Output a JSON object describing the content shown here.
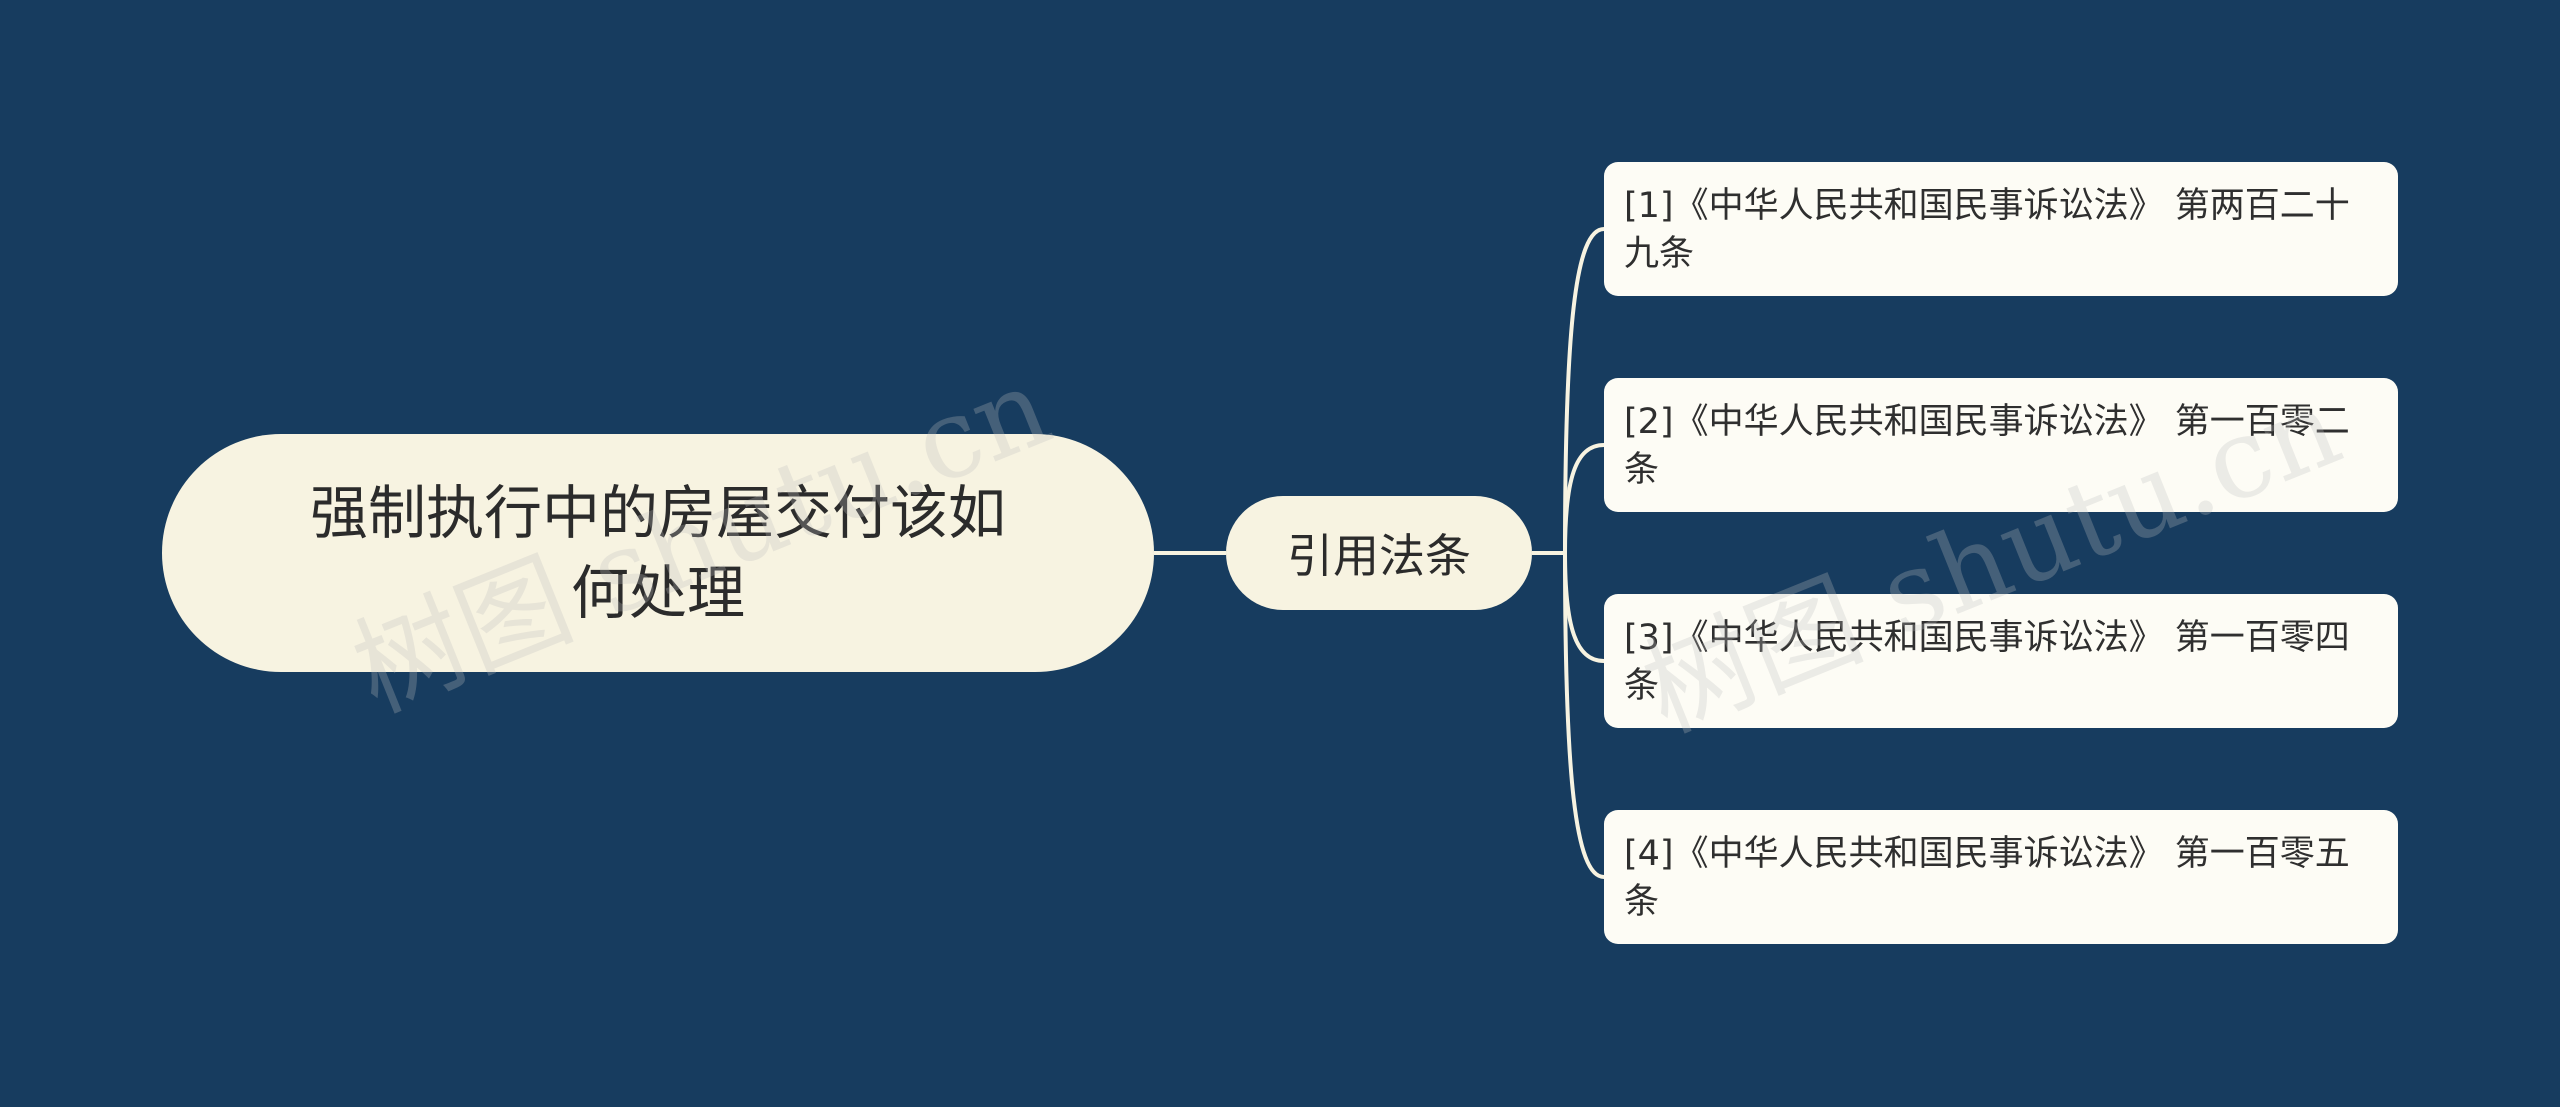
{
  "mindmap": {
    "root": {
      "label": "强制执行中的房屋交付该如何处理"
    },
    "branch": {
      "label": "引用法条"
    },
    "leaves": [
      {
        "label": "[1]《中华人民共和国民事诉讼法》 第两百二十九条"
      },
      {
        "label": "[2]《中华人民共和国民事诉讼法》 第一百零二条"
      },
      {
        "label": "[3]《中华人民共和国民事诉讼法》 第一百零四条"
      },
      {
        "label": "[4]《中华人民共和国民事诉讼法》 第一百零五条"
      }
    ]
  },
  "watermarks": [
    {
      "text": "树图 shutu.cn"
    },
    {
      "text": "树图 shutu.cn"
    }
  ],
  "colors": {
    "background": "#173c5f",
    "root_fill": "#f7f3e1",
    "leaf_fill": "#fdfcf5",
    "connector": "#f7f3e1",
    "text": "#2b2b2b"
  }
}
